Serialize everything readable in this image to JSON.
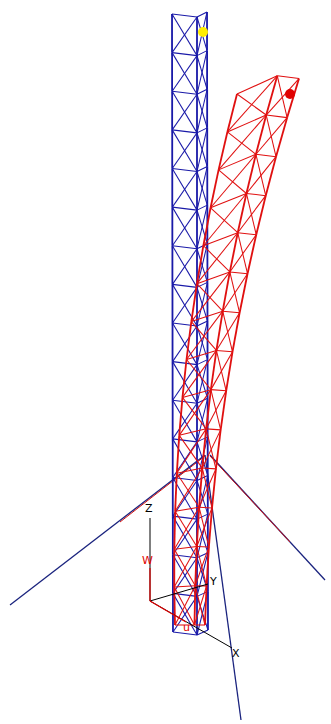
{
  "diagram": {
    "labels": [
      "Z",
      "Y",
      "X",
      "W",
      "u"
    ]
  }
}
